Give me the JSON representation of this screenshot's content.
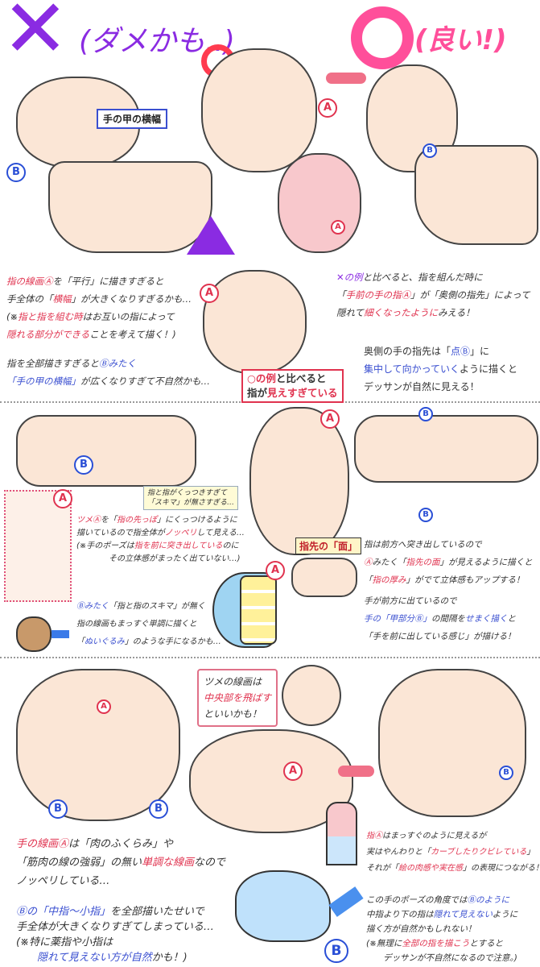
{
  "colors": {
    "bad": "#8a2be2",
    "good": "#ff4f9a",
    "accent_red": "#e0334f",
    "accent_blue": "#3a4fd0",
    "skin": "#fbe6d6"
  },
  "header": {
    "bad_symbol": "✕",
    "bad_label": "(ダメかも..)",
    "ok_symbol": "○",
    "good_symbol": "○",
    "good_label": "(良い!)",
    "triangle_symbol": "△"
  },
  "markers": {
    "a": "A",
    "b": "B"
  },
  "section1": {
    "back_width_label": "手の甲の横幅",
    "left_note_1": [
      [
        {
          "t": "指の線画Ⓐ",
          "c": "red"
        },
        {
          "t": "を「平行」に描きすぎると",
          "c": "dark"
        }
      ],
      [
        {
          "t": "手全体の「",
          "c": "dark"
        },
        {
          "t": "横幅",
          "c": "red"
        },
        {
          "t": "」が大きくなりすぎるかも…",
          "c": "dark"
        }
      ],
      [
        {
          "t": "(※",
          "c": "dark"
        },
        {
          "t": "指と指を組む時",
          "c": "red"
        },
        {
          "t": "はお互いの指によって",
          "c": "dark"
        }
      ],
      [
        {
          "t": "隠れる部分ができる",
          "c": "red"
        },
        {
          "t": "ことを考えて描く！)",
          "c": "dark"
        }
      ]
    ],
    "left_note_2": [
      [
        {
          "t": "指を全部描きすぎると",
          "c": "dark"
        },
        {
          "t": "Ⓑみたく",
          "c": "blue"
        }
      ],
      [
        {
          "t": "「手の甲の横幅」",
          "c": "blue"
        },
        {
          "t": "が広くなりすぎて不自然かも…",
          "c": "dark"
        }
      ]
    ],
    "callout": [
      [
        {
          "t": "○の例",
          "c": "red"
        },
        {
          "t": "と比べると",
          "c": "dark"
        }
      ],
      [
        {
          "t": "指が",
          "c": "dark"
        },
        {
          "t": "見えすぎている",
          "c": "red"
        }
      ]
    ],
    "right_note_1": [
      [
        {
          "t": "✕の例",
          "c": "purple"
        },
        {
          "t": "と比べると、指を組んだ時に",
          "c": "dark"
        }
      ],
      [
        {
          "t": "「",
          "c": "dark"
        },
        {
          "t": "手前の手の指Ⓐ",
          "c": "red"
        },
        {
          "t": "」が「奥側の指先」によって",
          "c": "dark"
        }
      ],
      [
        {
          "t": "隠れて",
          "c": "dark"
        },
        {
          "t": "細くなったように",
          "c": "red"
        },
        {
          "t": "みえる！",
          "c": "dark"
        }
      ]
    ],
    "right_note_2": [
      [
        {
          "t": "奥側の手の指先は「",
          "c": "dark"
        },
        {
          "t": "点Ⓑ",
          "c": "blue"
        },
        {
          "t": "」に",
          "c": "dark"
        }
      ],
      [
        {
          "t": "集中して向かっていく",
          "c": "blue"
        },
        {
          "t": "ように描くと",
          "c": "dark"
        }
      ],
      [
        {
          "t": "デッサンが自然に見える！",
          "c": "dark"
        }
      ]
    ]
  },
  "section2": {
    "gap_note": [
      [
        {
          "t": "指と指がくっつきすぎて",
          "c": "dark"
        }
      ],
      [
        {
          "t": "「スキマ」が無さすぎる…",
          "c": "dark"
        }
      ]
    ],
    "nail_note": [
      [
        {
          "t": "ツメⒶ",
          "c": "red"
        },
        {
          "t": "を「",
          "c": "dark"
        },
        {
          "t": "指の先っぽ",
          "c": "red"
        },
        {
          "t": "」にくっつけるように",
          "c": "dark"
        }
      ],
      [
        {
          "t": "描いているので指全体が",
          "c": "dark"
        },
        {
          "t": "ノッペリ",
          "c": "red"
        },
        {
          "t": "して見える…",
          "c": "dark"
        }
      ],
      [
        {
          "t": "(※手のポーズは",
          "c": "dark"
        },
        {
          "t": "指を前に突き出している",
          "c": "red"
        },
        {
          "t": "のに",
          "c": "dark"
        }
      ],
      [
        {
          "t": "　　　　その立体感がまったく出ていない…)",
          "c": "dark"
        }
      ]
    ],
    "gap_note_2": [
      [
        {
          "t": "Ⓑみたく",
          "c": "blue"
        },
        {
          "t": "「指と指のスキマ」が無く",
          "c": "dark"
        }
      ],
      [
        {
          "t": "指の線画もまっすぐ単調に描くと",
          "c": "dark"
        }
      ],
      [
        {
          "t": "「",
          "c": "dark"
        },
        {
          "t": "ぬいぐるみ",
          "c": "blue"
        },
        {
          "t": "」のような手になるかも…",
          "c": "dark"
        }
      ]
    ],
    "fingertip_label": "指先の「面」",
    "right_note_1": [
      [
        {
          "t": "指は前方へ突き出しているので",
          "c": "dark"
        }
      ],
      [
        {
          "t": "Ⓐ",
          "c": "red"
        },
        {
          "t": "みたく「",
          "c": "dark"
        },
        {
          "t": "指先の面",
          "c": "red"
        },
        {
          "t": "」が見えるように描くと",
          "c": "dark"
        }
      ],
      [
        {
          "t": "「",
          "c": "dark"
        },
        {
          "t": "指の厚み",
          "c": "red"
        },
        {
          "t": "」がでて立体感もアップする！",
          "c": "dark"
        }
      ]
    ],
    "right_note_2": [
      [
        {
          "t": "手が前方に出ているので",
          "c": "dark"
        }
      ],
      [
        {
          "t": "手の「甲部分Ⓑ」",
          "c": "blue"
        },
        {
          "t": "の間隔を",
          "c": "dark"
        },
        {
          "t": "せまく描く",
          "c": "blue"
        },
        {
          "t": "と",
          "c": "dark"
        }
      ],
      [
        {
          "t": "「手を前に出している感じ」が描ける！",
          "c": "dark"
        }
      ]
    ]
  },
  "section3": {
    "nail_bubble": [
      [
        {
          "t": "ツメの線画は",
          "c": "dark"
        }
      ],
      [
        {
          "t": "中央部を飛ばす",
          "c": "red"
        }
      ],
      [
        {
          "t": "といいかも！",
          "c": "dark"
        }
      ]
    ],
    "left_note_1": [
      [
        {
          "t": "手の線画Ⓐ",
          "c": "red"
        },
        {
          "t": "は「肉のふくらみ」や",
          "c": "dark"
        }
      ],
      [
        {
          "t": "「筋肉の線の強弱」の無い",
          "c": "dark"
        },
        {
          "t": "単調な線画",
          "c": "red"
        },
        {
          "t": "なので",
          "c": "dark"
        }
      ],
      [
        {
          "t": "ノッペリしている…",
          "c": "dark"
        }
      ]
    ],
    "left_note_2": [
      [
        {
          "t": "Ⓑの「中指〜小指」",
          "c": "blue"
        },
        {
          "t": "を全部描いたせいで",
          "c": "dark"
        }
      ],
      [
        {
          "t": "手全体が大きくなりすぎてしまっている…",
          "c": "dark"
        }
      ],
      [
        {
          "t": "(※特に薬指や小指は",
          "c": "dark"
        }
      ],
      [
        {
          "t": "　　",
          "c": "dark"
        },
        {
          "t": "隠れて見えない方が自然",
          "c": "blue"
        },
        {
          "t": "かも！)",
          "c": "dark"
        }
      ]
    ],
    "right_note_1": [
      [
        {
          "t": "指Ⓐ",
          "c": "red"
        },
        {
          "t": "はまっすぐのように見えるが",
          "c": "dark"
        }
      ],
      [
        {
          "t": "実はやんわりと「",
          "c": "dark"
        },
        {
          "t": "カーブしたりクビレている",
          "c": "red"
        },
        {
          "t": "」",
          "c": "dark"
        }
      ],
      [
        {
          "t": "それが「",
          "c": "dark"
        },
        {
          "t": "絵の肉感や実在感",
          "c": "red"
        },
        {
          "t": "」の表現につながる！",
          "c": "dark"
        }
      ]
    ],
    "right_note_2": [
      [
        {
          "t": "この手のポーズの角度では",
          "c": "dark"
        },
        {
          "t": "Ⓑのように",
          "c": "blue"
        }
      ],
      [
        {
          "t": "中指より下の指は",
          "c": "dark"
        },
        {
          "t": "隠れて見えない",
          "c": "blue"
        },
        {
          "t": "ように",
          "c": "dark"
        }
      ],
      [
        {
          "t": "描く方が自然かもしれない！",
          "c": "dark"
        }
      ],
      [
        {
          "t": "(※無理に",
          "c": "dark"
        },
        {
          "t": "全部の指を描こう",
          "c": "red"
        },
        {
          "t": "とすると",
          "c": "dark"
        }
      ],
      [
        {
          "t": "　　デッサンが不自然になるので注意。)",
          "c": "dark"
        }
      ]
    ]
  }
}
